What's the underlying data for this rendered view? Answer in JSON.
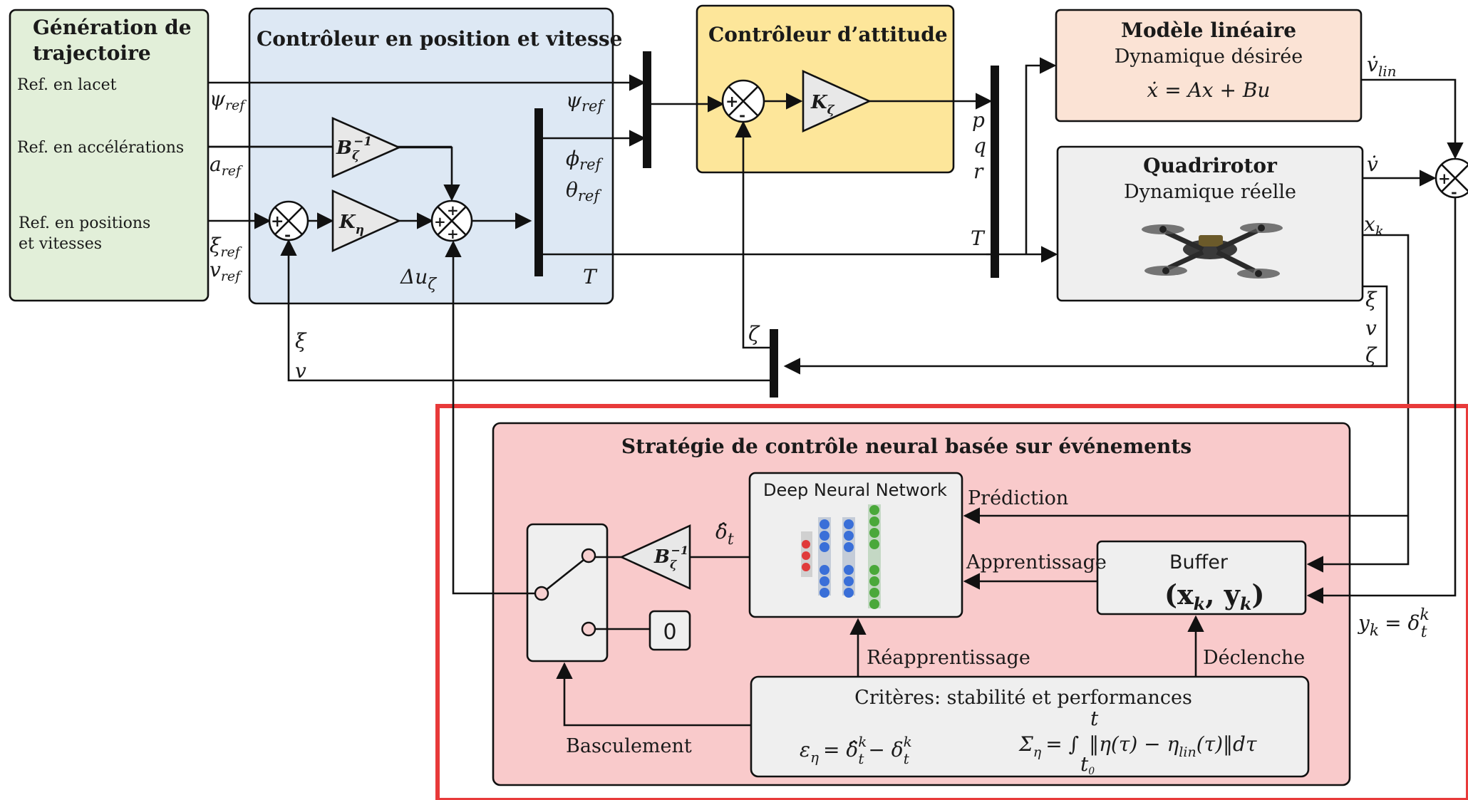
{
  "trajectory": {
    "title_line1": "Génération de",
    "title_line2": "trajectoire",
    "ref_yaw": "Ref. en lacet",
    "ref_acc": "Ref. en accélérations",
    "ref_pos_line1": "Ref. en positions",
    "ref_pos_line2": "et vitesses"
  },
  "pos_controller": {
    "title": "Contrôleur en position et vitesse",
    "gain_B": "B",
    "gain_B_sub": "ζ",
    "gain_B_sup": "−1",
    "gain_K": "K",
    "gain_K_sub": "η",
    "delta_u": "Δu",
    "delta_u_sub": "ζ"
  },
  "signals": {
    "psi_ref": "ψ",
    "ref_sub": "ref",
    "a_ref": "a",
    "xi_ref": "ξ",
    "v_ref": "v",
    "phi_ref": "ϕ",
    "theta_ref": "θ",
    "T": "T",
    "p": "p",
    "q": "q",
    "r": "r",
    "xi": "ξ",
    "v": "v",
    "zeta": "ζ",
    "vdot_lin": "v̇",
    "lin_sub": "lin",
    "vdot": "v̇",
    "x_k": "x",
    "k_sub": "k",
    "y_k_eq": "y",
    "y_k_rhs": "= δ",
    "y_k_rhs_sub": "t",
    "y_k_rhs_sup": "k"
  },
  "attitude_controller": {
    "title": "Contrôleur d’attitude",
    "gain_K": "K",
    "gain_K_sub": "ζ"
  },
  "linear_model": {
    "title": "Modèle linéaire",
    "subtitle": "Dynamique désirée",
    "equation": "ẋ = Ax + Bu"
  },
  "quadrotor": {
    "title": "Quadrirotor",
    "subtitle": "Dynamique réelle"
  },
  "neural_strategy": {
    "title": "Stratégie de contrôle neural basée sur événements",
    "dnn_label": "Deep Neural Network",
    "prediction": "Prédiction",
    "learning": "Apprentissage",
    "relearning": "Réapprentissage",
    "trigger": "Déclenche",
    "switching": "Basculement",
    "buffer_title": "Buffer",
    "buffer_content": "(x",
    "criteria_title": "Critères: stabilité et performances",
    "eps_eq": "ε",
    "eps_rhs": "= δ̂",
    "eps_rhs2": "− δ",
    "sigma_eq": "Σ",
    "sigma_rhs": "= ∫",
    "sigma_body": "‖η(τ) − η",
    "sigma_body2": "(τ)‖dτ",
    "zero_block": "0",
    "delta_hat": "δ̂",
    "delta_hat_sub": "t",
    "gain_B": "B",
    "gain_B_sub": "ζ",
    "gain_B_sup": "−1",
    "int_upper": "t",
    "int_lower": "t",
    "int_lower_sub": "0"
  },
  "colors": {
    "green_fill": "#e2efd9",
    "blue_fill": "#dde8f4",
    "yellow_fill": "#fde69a",
    "orange_fill": "#fbe3d5",
    "gray_fill": "#efefef",
    "red_fill": "#f9cacb",
    "red_border": "#e83a3a"
  }
}
